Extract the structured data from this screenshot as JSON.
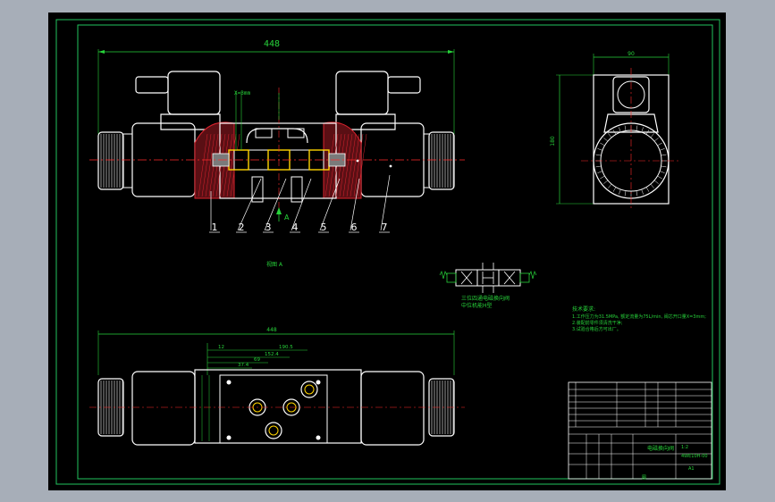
{
  "colors": {
    "page": "#a7aeb8",
    "sheet": "#000000",
    "frame_green": "#22c55e",
    "line_white": "#ffffff",
    "dim_green": "#27d33a",
    "center_red": "#ff2b2b",
    "hatch_red": "#d9232e",
    "yellow": "#ffd400",
    "cyan": "#23d5e6"
  },
  "dims": {
    "overall_length_top": "448",
    "overall_length_bottom": "448",
    "side_width": "90",
    "side_height": "180",
    "b_12": "12",
    "b_1905": "190.5",
    "b_1524": "152.4",
    "b_69": "69",
    "b_374": "37.4",
    "clearance_note": "X=3mm"
  },
  "callouts": [
    "1",
    "2",
    "3",
    "4",
    "5",
    "6",
    "7"
  ],
  "section_marker": "A",
  "section_label": "视图 A",
  "symbol_caption_1": "三位四通电磁换向阀",
  "symbol_caption_2": "中位机能H型",
  "tech_req_title": "技术要求:",
  "tech_req_lines": [
    "1.工作压力为31.5MPa, 额定流量为75L/min, 阀芯开口量X=3mm;",
    "2.装配前零件须清洗干净;",
    "3.试验合格后方可出厂。"
  ],
  "title_block": {
    "name": "电磁换向阀",
    "code": "4WE10H-00",
    "scale": "1:2",
    "sheet": "A1",
    "mark": "图"
  }
}
